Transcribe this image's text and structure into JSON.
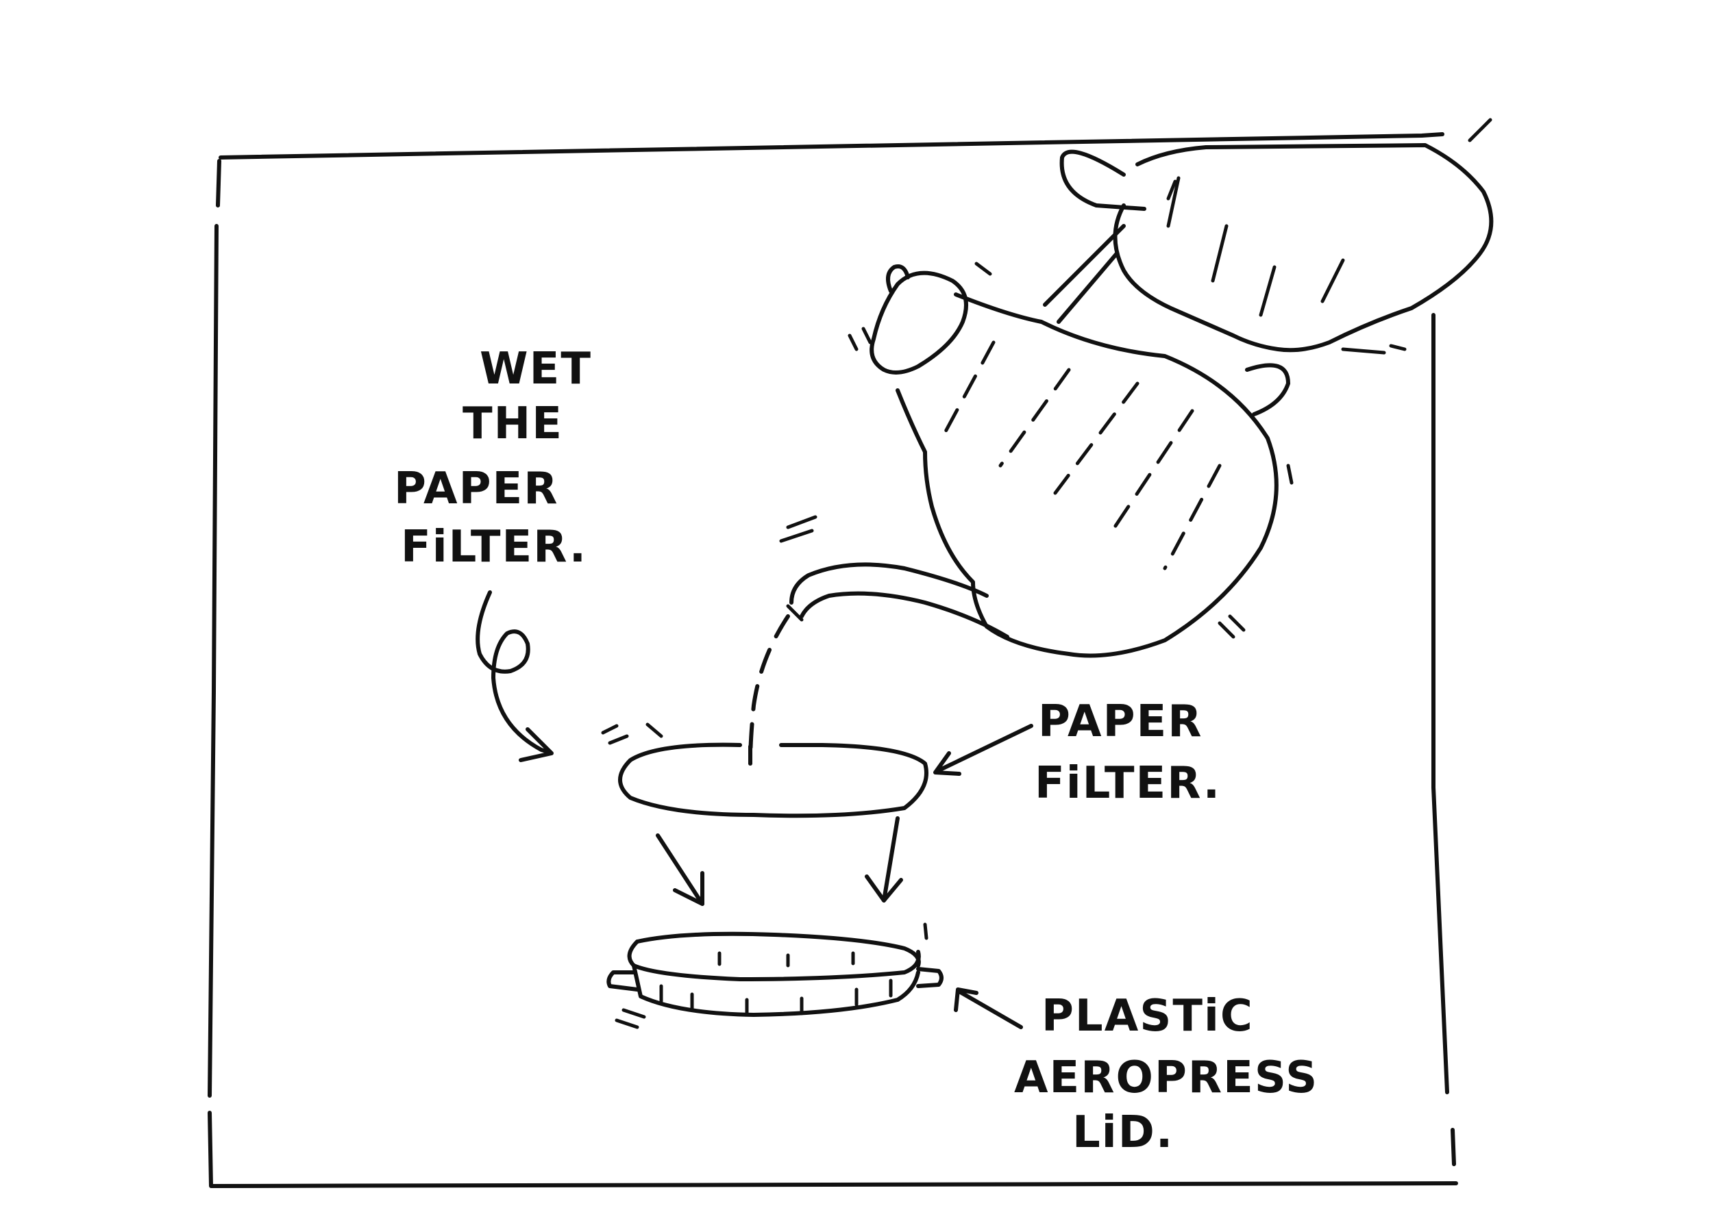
{
  "labels": {
    "instruction": [
      "WET",
      "THE",
      "PAPER",
      "FiLTER."
    ],
    "paper_filter": [
      "PAPER",
      "FiLTER."
    ],
    "lid": [
      "PLASTiC",
      "AEROPRESS",
      "LiD."
    ]
  },
  "colors": {
    "ink": "#111111",
    "paper": "#ffffff"
  }
}
